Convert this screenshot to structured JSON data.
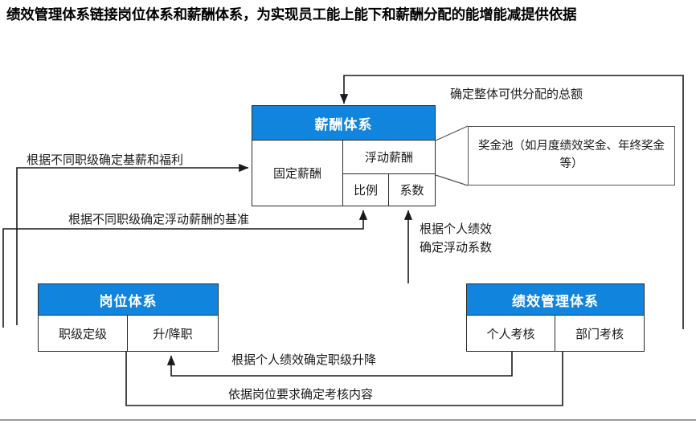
{
  "title": "绩效管理体系链接岗位体系和薪酬体系，为实现员工能上能下和薪酬分配的能增能减提供依据",
  "colors": {
    "header_blue": "#1184dd",
    "header_text": "#ffffff",
    "line": "#2b2b2b",
    "callout_border": "#555555",
    "background": "#ffffff",
    "text": "#1a1a1a"
  },
  "boxes": {
    "salary_system": {
      "header": "薪酬体系",
      "fixed_pay": "固定薪酬",
      "floating_pay": "浮动薪酬",
      "ratio": "比例",
      "coefficient": "系数"
    },
    "post_system": {
      "header": "岗位体系",
      "grading": "职级定级",
      "promotion": "升/降职"
    },
    "performance_system": {
      "header": "绩效管理体系",
      "individual_review": "个人考核",
      "department_review": "部门考核"
    }
  },
  "callout": {
    "bonus_pool": "奖金池（如月度绩效奖金、年终奖金等）"
  },
  "edge_labels": {
    "total_amount": "确定整体可供分配的总额",
    "base_salary": "根据不同职级确定基薪和福利",
    "floating_base": "根据不同职级确定浮动薪酬的基准",
    "coefficient_line1": "根据个人绩效",
    "coefficient_line2": "确定浮动系数",
    "rank_change": "根据个人绩效确定职级升降",
    "review_content": "依据岗位要求确定考核内容"
  }
}
